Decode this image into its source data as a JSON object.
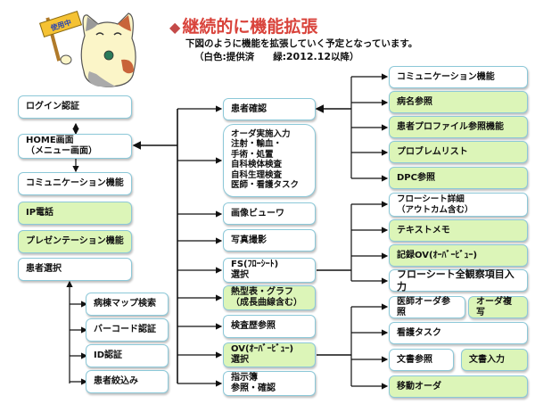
{
  "header": {
    "title": "継続的に機能拡張",
    "subtitle": "下図のように機能を拡張していく予定となっています。",
    "legend_prefix": "（白色:提供済　　緑:",
    "legend_date": "2012.12",
    "legend_suffix": "以降）",
    "sign_text": "使用中"
  },
  "colors": {
    "provided": "#ffffff",
    "planned": "#dcf5b8",
    "border": "#8cc8d8",
    "title": "#d9433b"
  },
  "left_column": [
    {
      "label": "ログイン認証",
      "status": "provided"
    },
    {
      "label": "HOME画面\n（メニュー画面）",
      "status": "provided"
    },
    {
      "label": "コミュニケーション機能",
      "status": "provided"
    },
    {
      "label": "IP電話",
      "status": "planned"
    },
    {
      "label": "プレゼンテーション機能",
      "status": "planned"
    },
    {
      "label": "患者選択",
      "status": "provided"
    }
  ],
  "patient_select_children": [
    {
      "label": "病棟マップ検索",
      "status": "provided"
    },
    {
      "label": "バーコード認証",
      "status": "provided"
    },
    {
      "label": "ID認証",
      "status": "provided"
    },
    {
      "label": "患者絞込み",
      "status": "provided"
    }
  ],
  "middle_column": [
    {
      "label": "患者確認",
      "status": "provided"
    },
    {
      "label": "オーダ実施入力\n注射・輸血・\n手術・処置\n自科検体検査\n自科生理検査\n医師・看護タスク",
      "status": "provided"
    },
    {
      "label": "画像ビューワ",
      "status": "provided"
    },
    {
      "label": "写真撮影",
      "status": "provided"
    },
    {
      "label": "FS(ﾌﾛｰｼｰﾄ)\n選択",
      "status": "provided"
    },
    {
      "label": "熱型表・グラフ\n（成長曲線含む）",
      "status": "planned"
    },
    {
      "label": "検査歴参照",
      "status": "provided"
    },
    {
      "label": "OV(ｵｰﾊﾞｰﾋﾞｭｰ)\n選択",
      "status": "planned"
    },
    {
      "label": "指示簿\n参照・確認",
      "status": "provided"
    }
  ],
  "patient_confirm_children": [
    {
      "label": "コミュニケーション機能",
      "status": "provided"
    },
    {
      "label": "病名参照",
      "status": "planned"
    },
    {
      "label": "患者プロファイル参照機能",
      "status": "planned"
    },
    {
      "label": "プロブレムリスト",
      "status": "planned"
    },
    {
      "label": "DPC参照",
      "status": "planned"
    }
  ],
  "fs_children": [
    {
      "label": "フローシート詳細\n（アウトカム含む）",
      "status": "provided"
    },
    {
      "label": "テキストメモ",
      "status": "planned"
    },
    {
      "label": "記録OV(ｵｰﾊﾞｰﾋﾞｭｰ)",
      "status": "planned"
    },
    {
      "label": "フローシート全観察項目入力",
      "status": "provided"
    }
  ],
  "ov_children": [
    {
      "label": "医師オーダ参照",
      "status": "provided",
      "extra": {
        "label": "オーダ複写",
        "status": "planned"
      }
    },
    {
      "label": "看護タスク",
      "status": "provided"
    },
    {
      "label": "文書参照",
      "status": "provided",
      "extra": {
        "label": "文書入力",
        "status": "planned"
      }
    },
    {
      "label": "移動オーダ",
      "status": "planned"
    }
  ]
}
